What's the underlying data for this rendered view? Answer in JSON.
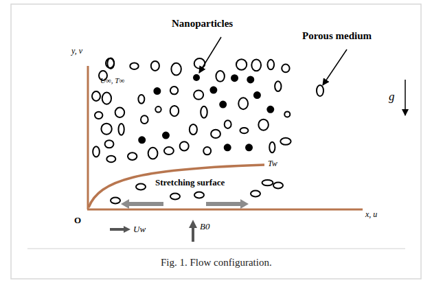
{
  "diagram": {
    "caption": "Fig. 1. Flow configuration.",
    "labels": [
      "Nanoparticles",
      "Porous medium",
      "y, v",
      "U∞, T∞",
      "g",
      "Tw",
      "Stretching surface",
      "x, u",
      "O",
      "Uw",
      "B0"
    ]
  }
}
